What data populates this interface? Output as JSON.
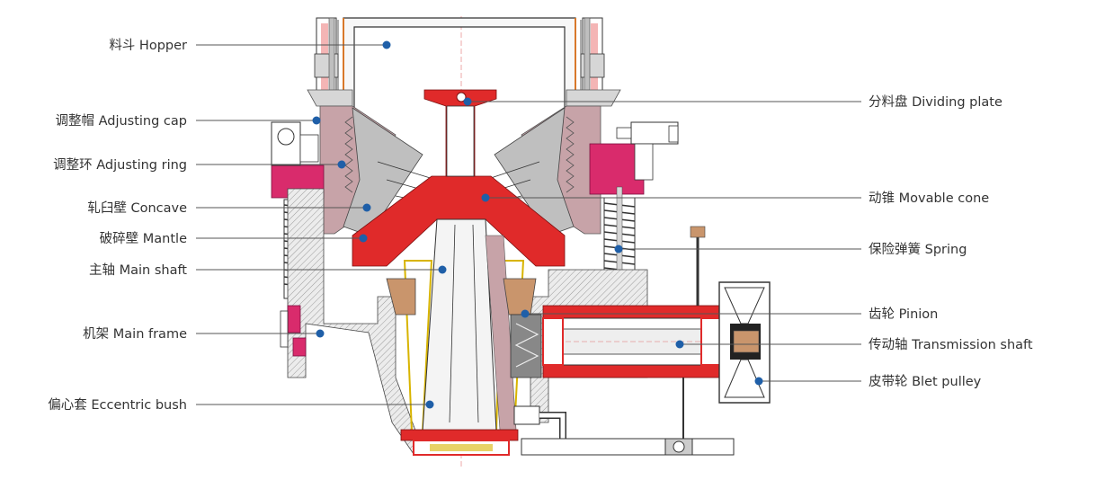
{
  "diagram": {
    "labels_left": [
      {
        "id": "hopper",
        "text": "料斗 Hopper"
      },
      {
        "id": "adjusting-cap",
        "text": "调整帽 Adjusting cap"
      },
      {
        "id": "adjusting-ring",
        "text": "调整环 Adjusting ring"
      },
      {
        "id": "concave",
        "text": "轧臼壁 Concave"
      },
      {
        "id": "mantle",
        "text": "破碎壁 Mantle"
      },
      {
        "id": "main-shaft",
        "text": "主轴 Main shaft"
      },
      {
        "id": "main-frame",
        "text": "机架 Main frame"
      },
      {
        "id": "eccentric-bush",
        "text": "偏心套 Eccentric bush"
      }
    ],
    "labels_right": [
      {
        "id": "dividing-plate",
        "text": "分料盘 Dividing plate"
      },
      {
        "id": "movable-cone",
        "text": "动锥 Movable cone"
      },
      {
        "id": "spring",
        "text": "保险弹簧 Spring"
      },
      {
        "id": "pinion",
        "text": "齿轮 Pinion"
      },
      {
        "id": "transmission-shaft",
        "text": "传动轴 Transmission shaft"
      },
      {
        "id": "belt-pulley",
        "text": "皮带轮 Blet pulley"
      }
    ],
    "colors": {
      "callout_dot": "#1f5fa8",
      "leader_line": "#555555",
      "label_text": "#333333",
      "red_parts": "#e02a2a",
      "magenta_parts": "#d92b6c",
      "liner_gray": "#d6d6d6"
    }
  }
}
